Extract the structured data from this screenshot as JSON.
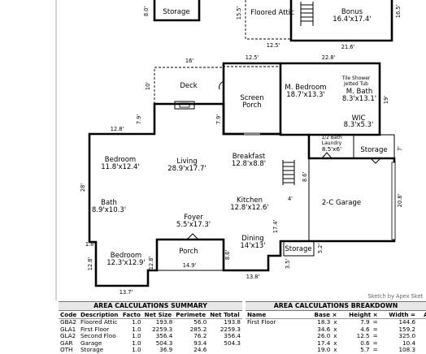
{
  "plan": {
    "rooms": {
      "storage_top": "Storage",
      "floored_attic": "Floored Attic",
      "bonus": "Bonus",
      "bonus_dim": "16.4'x17.4'",
      "deck": "Deck",
      "screen_porch": "Screen\nPorch",
      "m_bedroom": "M. Bedroom",
      "m_bedroom_dim": "18.7'x13.3'",
      "tile_shower": "Tile Shower",
      "jetted_tub": "Jetted Tub",
      "m_bath": "M. Bath",
      "m_bath_dim": "8.3'x13.1'",
      "wic": "WIC",
      "wic_dim": "8.3'x5.3'",
      "half_bath": "1/2 Bath",
      "laundry": "Laundry",
      "laundry_dim": "8.5'x6'",
      "storage_right": "Storage",
      "bedroom1": "Bedroom",
      "bedroom1_dim": "11.8'x12.4'",
      "living": "Living",
      "living_dim": "28.9'x17.7'",
      "breakfast": "Breakfast",
      "breakfast_dim": "12.8'x8.8'",
      "bath": "Bath",
      "bath_dim": "8.9'x10.3'",
      "kitchen": "Kitchen",
      "kitchen_dim": "12.8'x12.6'",
      "garage": "2-C Garage",
      "foyer": "Foyer",
      "foyer_dim": "5.5'x17.3'",
      "dining": "Dining",
      "dining_dim": "14'x13'",
      "porch": "Porch",
      "bedroom2": "Bedroom",
      "bedroom2_dim": "12.3'x12.9'",
      "storage_bottom": "Storage"
    },
    "dims": {
      "d8_0": "8.0'",
      "d15_5": "15.5'",
      "d16_5": "16.5'",
      "d12_5a": "12.5'",
      "d21_6": "21.6'",
      "d16": "16'",
      "d12_5b": "12.5'",
      "d22_8": "22.8'",
      "d10": "10'",
      "d19": "19'",
      "d7_9a": "7.9'",
      "d7_9b": "7.9'",
      "d12_8a": "12.8'",
      "d7": "7'",
      "d28": "28'",
      "d8_6a": "8.6'",
      "d4": "4'",
      "d20_8": "20.8'",
      "d17_4": "17.4'",
      "d1_8": "1.8'",
      "d5_2": "5.2'",
      "d12_8b": "12.8'",
      "d12_8c": "12.8'",
      "d14_9": "14.9'",
      "d8_6b": "8.6'",
      "d3_5": "3.5'",
      "d13_8": "13.8'",
      "d13_7": "13.7'"
    }
  },
  "credit": "Sketch by Apex Sket",
  "summary": {
    "title": "AREA CALCULATIONS SUMMARY",
    "headers": [
      "Code",
      "Description",
      "Factor",
      "Net Size",
      "Perimeter",
      "Net Totals"
    ],
    "header_display": [
      "Code",
      "Description",
      "Facto",
      "Net Size",
      "Perimete",
      "Net Total"
    ],
    "rows": [
      [
        "GBA2",
        "Floored Attic",
        "1.0",
        "193.8",
        "56.0",
        "193.8"
      ],
      [
        "GLA1",
        "First Floor",
        "1.0",
        "2259.3",
        "285.2",
        "2259.3"
      ],
      [
        "GLA2",
        "Second Floo",
        "1.0",
        "356.4",
        "76.2",
        "356.4"
      ],
      [
        "GAR",
        "Garage",
        "1.0",
        "504.3",
        "93.4",
        "504.3"
      ],
      [
        "OTH",
        "Storage",
        "1.0",
        "36.9",
        "24.6",
        ""
      ]
    ]
  },
  "breakdown": {
    "title": "AREA CALCULATIONS BREAKDOWN",
    "headers": [
      "Name",
      "Base",
      "x",
      "Height",
      "x",
      "Width",
      "=",
      "Area"
    ],
    "header_display": [
      "Name",
      "Base ×",
      "Height ×",
      "Width =",
      "Area"
    ],
    "rows": [
      [
        "First Floor",
        "18.3",
        "x",
        "7.9",
        "=",
        "144.6"
      ],
      [
        "",
        "34.6",
        "x",
        "4.6",
        "=",
        "159.2"
      ],
      [
        "",
        "26.0",
        "x",
        "12.5",
        "=",
        "325.0"
      ],
      [
        "",
        "17.4",
        "x",
        "0.6",
        "=",
        "10.4"
      ],
      [
        "",
        "19.0",
        "x",
        "5.7",
        "=",
        "108.3"
      ]
    ]
  }
}
